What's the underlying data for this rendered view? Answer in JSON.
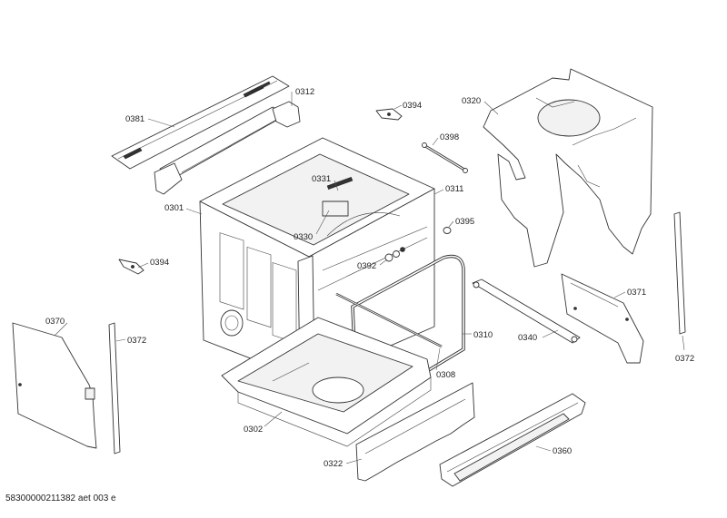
{
  "diagram": {
    "labels": [
      "0381",
      "0312",
      "0394",
      "0398",
      "0320",
      "0331",
      "0301",
      "0311",
      "0395",
      "0330",
      "0392",
      "0394",
      "0371",
      "0370",
      "0372",
      "0310",
      "0340",
      "0372",
      "0308",
      "0302",
      "0360",
      "0322"
    ]
  },
  "footer": {
    "drawing_id": "58300000211382 aet 003 e"
  }
}
